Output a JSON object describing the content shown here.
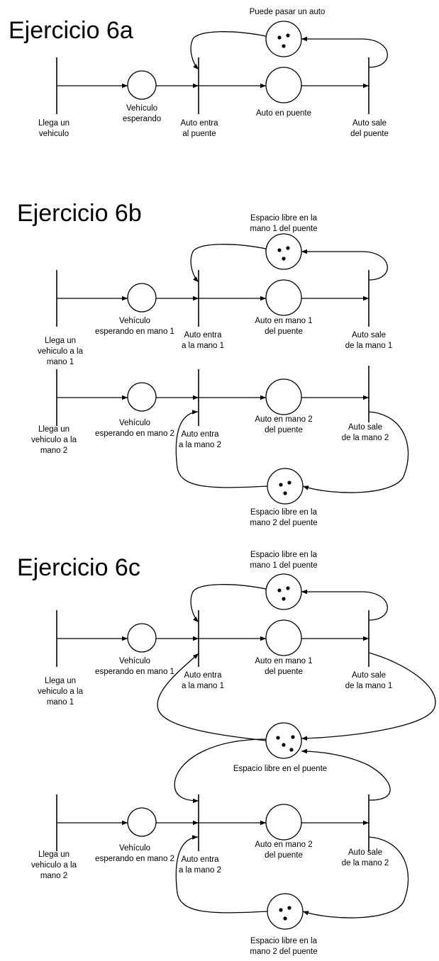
{
  "titles": {
    "a": "Ejercicio 6a",
    "b": "Ejercicio 6b",
    "c": "Ejercicio 6c"
  },
  "a": {
    "cap": "Puede pasar un auto",
    "t_llega": "Llega un|vehiculo",
    "p_esperando": "Vehículo|esperando",
    "t_entra": "Auto entra|al puente",
    "p_puente": "Auto en puente",
    "t_sale": "Auto sale|del puente"
  },
  "b": {
    "cap1": "Espacio libre en la|mano 1 del puente",
    "t_llega1": "Llega un|vehiculo a la|mano 1",
    "p_esp1": "Vehículo|esperando en mano 1",
    "t_entra1": "Auto entra|a la mano 1",
    "p_puente1": "Auto en mano 1|del puente",
    "t_sale1": "Auto sale|de la mano 1",
    "t_llega2": "Llega un|vehiculo a la|mano 2",
    "p_esp2": "Vehículo|esperando en mano 2",
    "t_entra2": "Auto entra|a la mano 2",
    "p_puente2": "Auto en mano 2|del puente",
    "t_sale2": "Auto sale|de la mano 2",
    "cap2": "Espacio libre en la|mano 2 del puente"
  },
  "c": {
    "cap1": "Espacio libre en la|mano 1 del puente",
    "t_llega1": "Llega un|vehiculo a la|mano 1",
    "p_esp1": "Vehículo|esperando en mano 1",
    "t_entra1": "Auto entra|a la mano 1",
    "p_puente1": "Auto en mano 1|del puente",
    "t_sale1": "Auto sale|de la mano 1",
    "shared": "Espacio libre en el puente",
    "t_llega2": "Llega un|vehiculo a la|mano 2",
    "p_esp2": "Vehículo|esperando en mano 2",
    "t_entra2": "Auto entra|a la mano 2",
    "p_puente2": "Auto en mano 2|del puente",
    "t_sale2": "Auto sale|de la mano 2",
    "cap2": "Espacio libre en la|mano 2 del puente"
  },
  "tokens": {
    "a_cap": 3,
    "b_cap1": 3,
    "b_cap2": 3,
    "c_cap1": 3,
    "c_shared": 4,
    "c_cap2": 3
  }
}
